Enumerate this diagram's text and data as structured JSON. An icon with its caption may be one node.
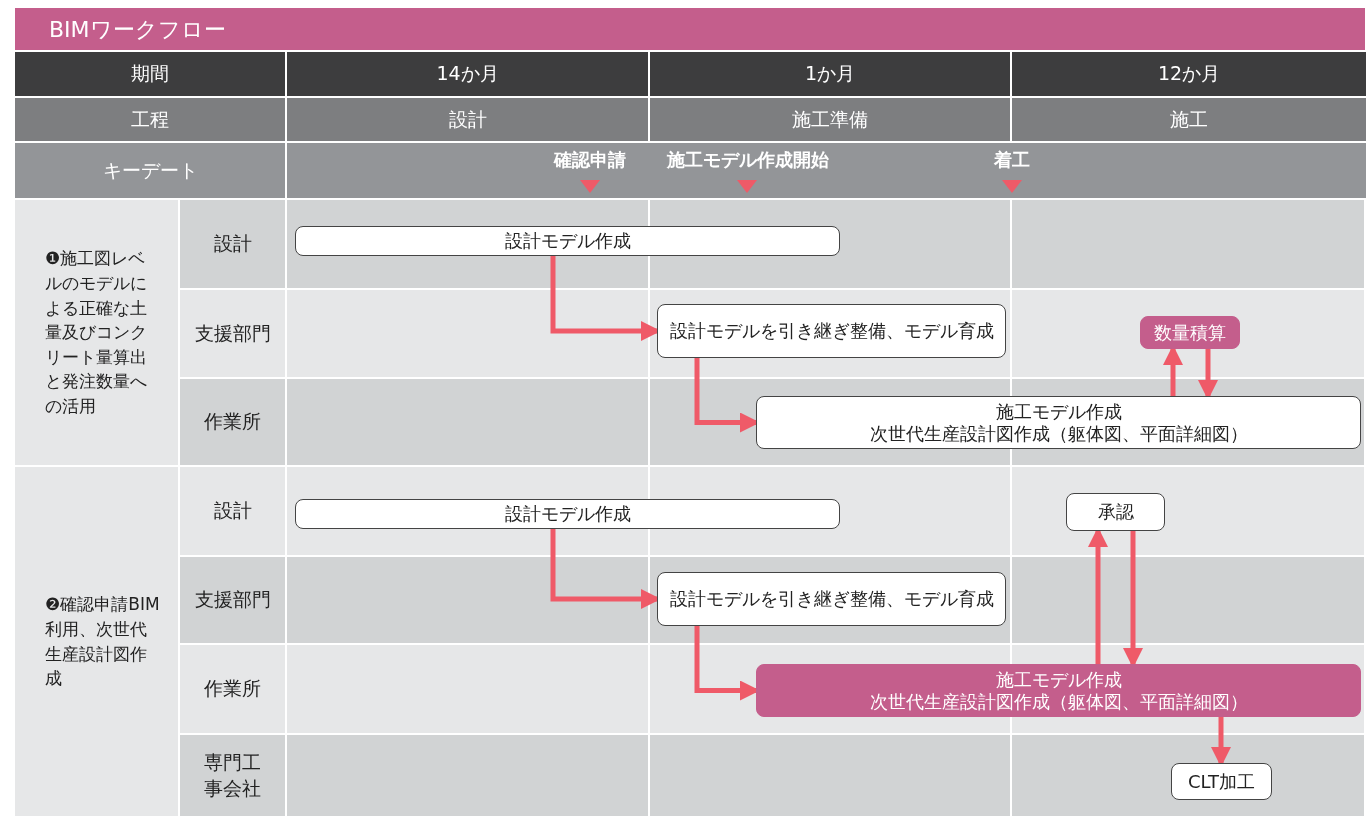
{
  "diagram": {
    "title": "BIMワークフロー",
    "nodes": [
      {
        "text": [
          "設計モデル作成"
        ]
      },
      {
        "text": [
          "設計モデルを引き継ぎ整備、モデル育成"
        ]
      },
      {
        "text": [
          "施工モデル作成",
          "次世代生産設計図作成（躯体図、平面詳細図）"
        ]
      },
      {
        "text": [
          "数量積算"
        ]
      },
      {
        "text": [
          "設計モデル作成"
        ]
      },
      {
        "text": [
          "設計モデルを引き継ぎ整備、モデル育成"
        ]
      },
      {
        "text": [
          "施工モデル作成",
          "次世代生産設計図作成（躯体図、平面詳細図）"
        ]
      },
      {
        "text": [
          "承認"
        ]
      },
      {
        "text": [
          "CLT加工"
        ]
      }
    ],
    "edges": [
      {
        "from": 0,
        "to": 1,
        "arrow": "to"
      },
      {
        "from": 1,
        "to": 2,
        "arrow": "to"
      },
      {
        "from": 2,
        "to": 3,
        "arrow": "to"
      },
      {
        "from": 3,
        "to": 2,
        "arrow": "to"
      },
      {
        "from": 4,
        "to": 5,
        "arrow": "to"
      },
      {
        "from": 5,
        "to": 6,
        "arrow": "to"
      },
      {
        "from": 6,
        "to": 7,
        "arrow": "to"
      },
      {
        "from": 7,
        "to": 6,
        "arrow": "to"
      },
      {
        "from": 6,
        "to": 8,
        "arrow": "to"
      }
    ],
    "labels": [
      "期間",
      "14か月",
      "1か月",
      "12か月",
      "工程",
      "設計",
      "施工準備",
      "施工",
      "キーデート",
      "確認申請",
      "施工モデル作成開始",
      "着工",
      "❶施工図レベルのモデルによる正確な土量及びコンクリート量算出と発注数量への活用",
      "設計",
      "支援部門",
      "作業所",
      "❷確認申請BIM利用、次世代生産設計図作成",
      "設計",
      "支援部門",
      "作業所",
      "専門工事会社"
    ]
  }
}
